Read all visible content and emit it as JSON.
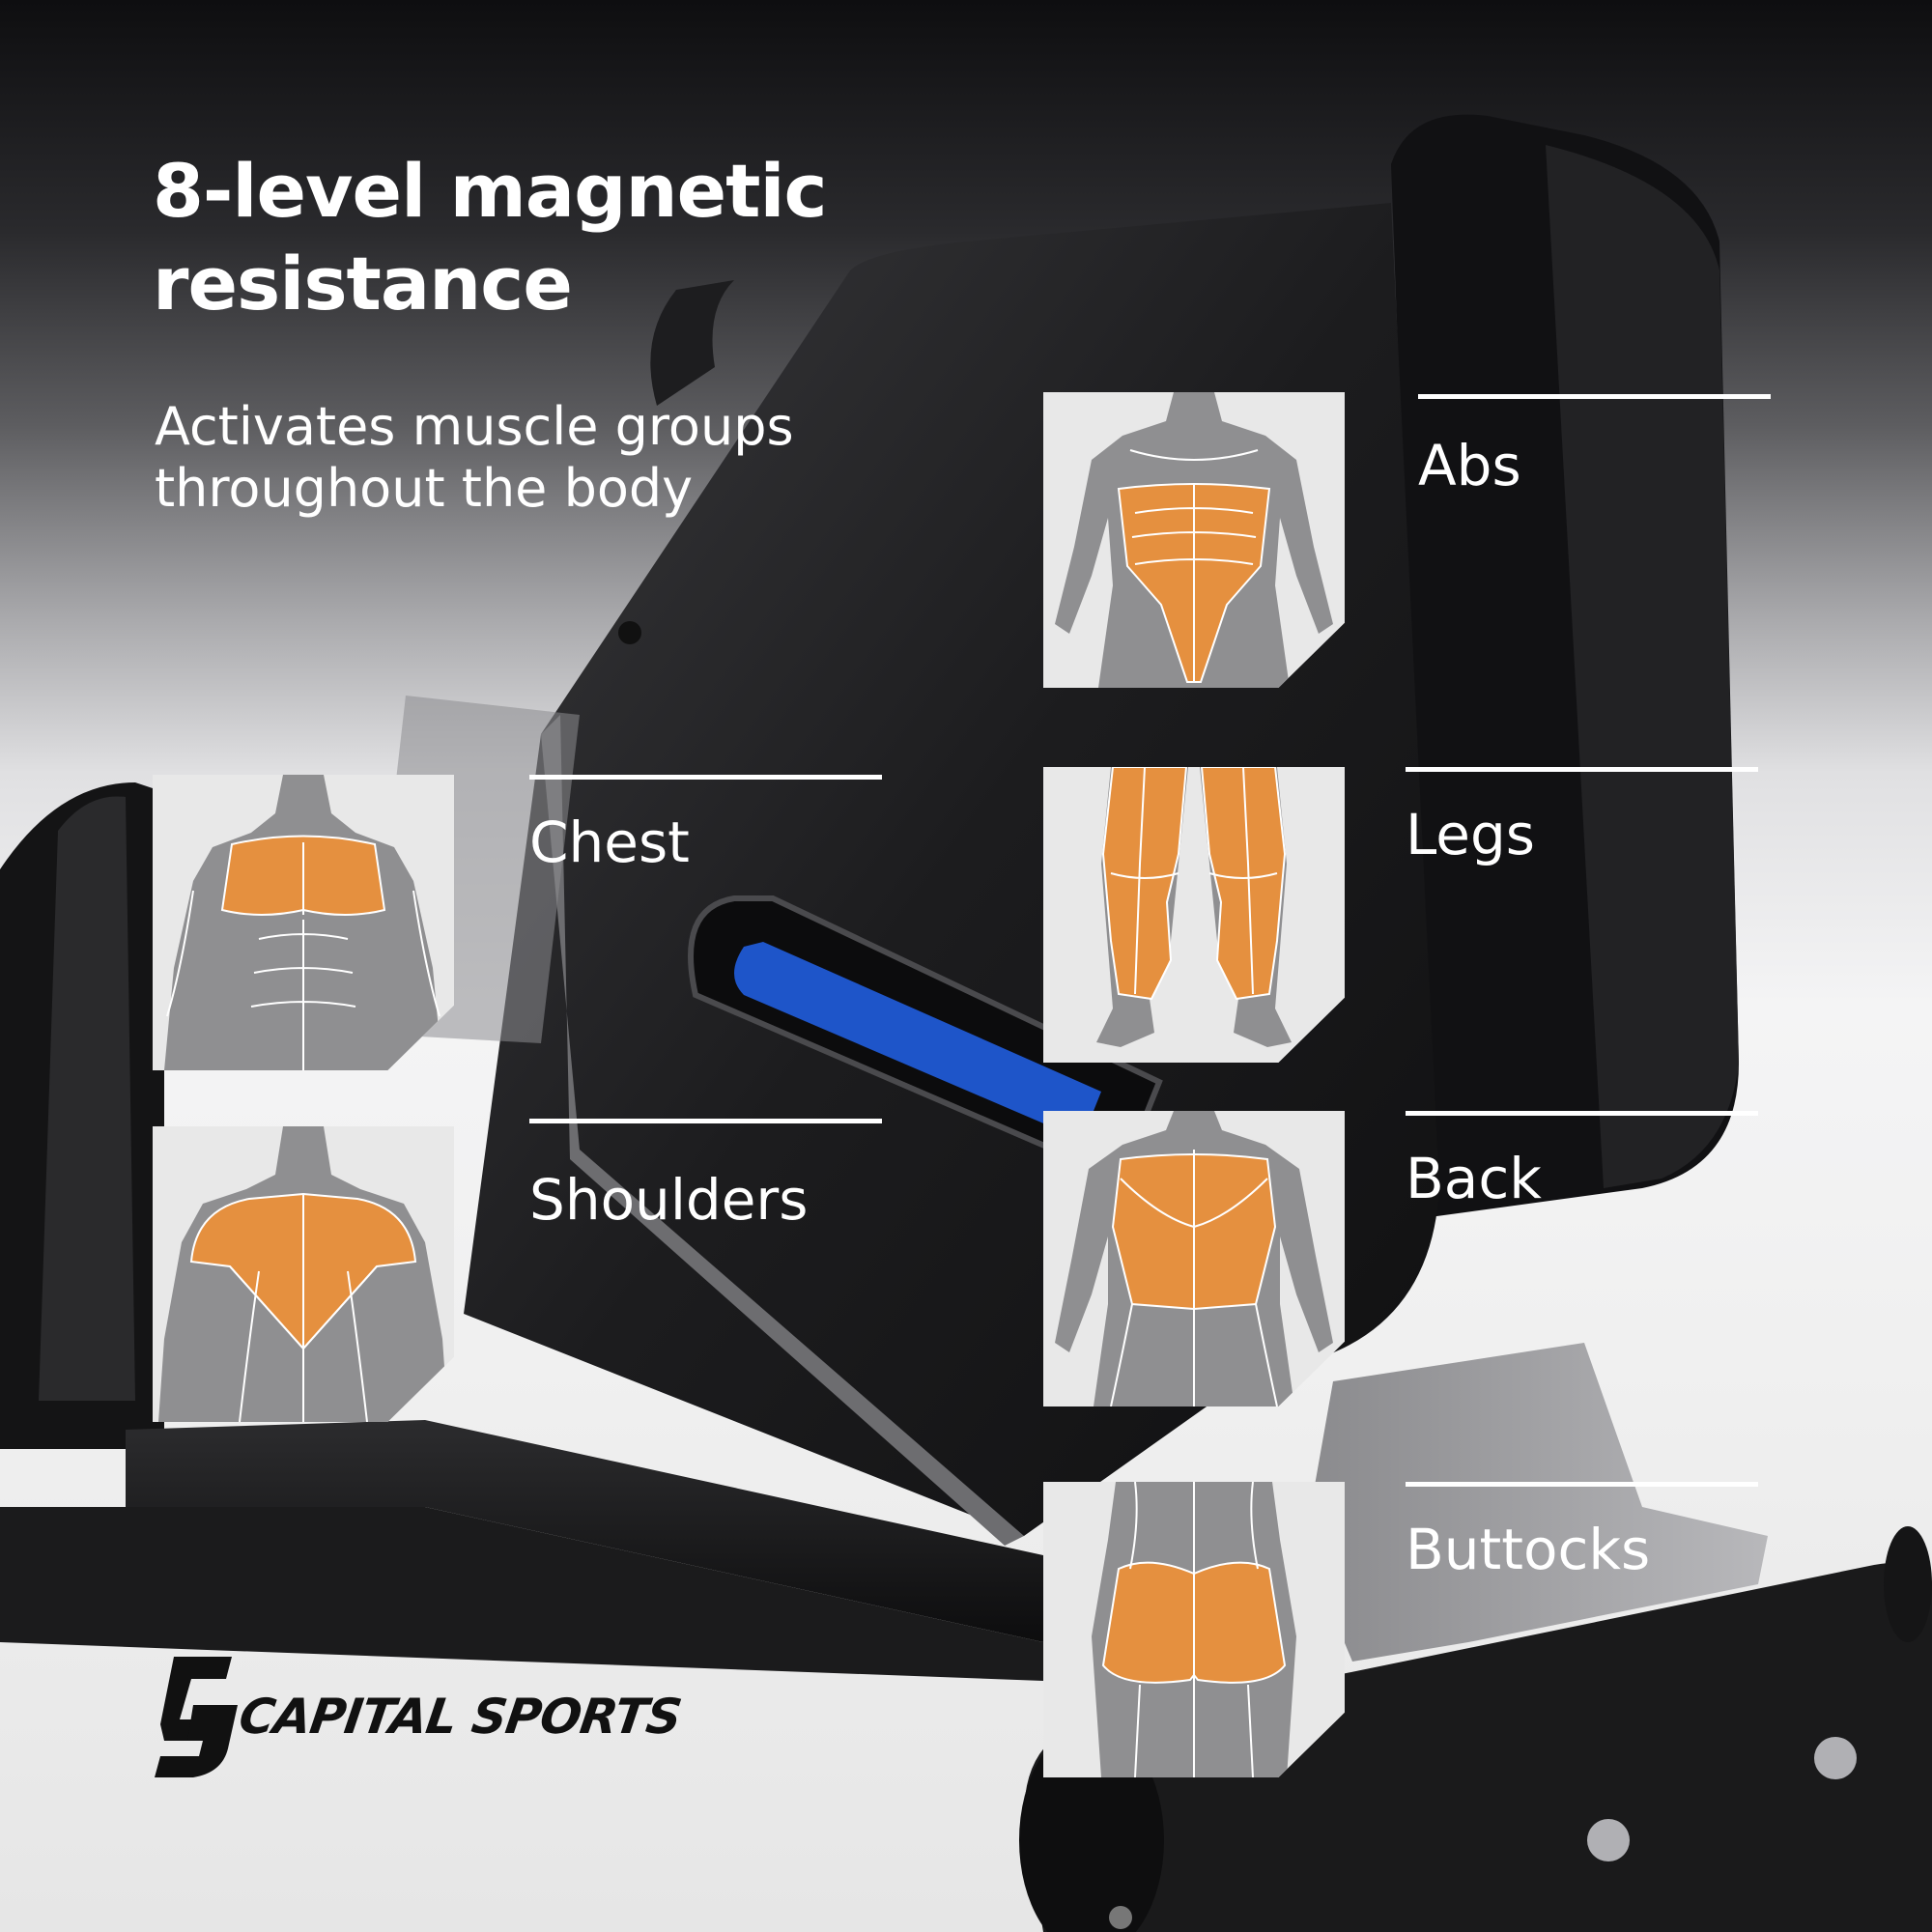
{
  "headline": "8-level magnetic resistance",
  "subheadline": "Activates muscle groups throughout the body",
  "accent_color": "#e5903f",
  "muscle_groups": [
    {
      "label": "Chest",
      "figure": "front-torso",
      "icon": "chest-figure-icon"
    },
    {
      "label": "Shoulders",
      "figure": "back-torso",
      "icon": "shoulders-figure-icon"
    },
    {
      "label": "Abs",
      "figure": "front-body",
      "icon": "abs-figure-icon"
    },
    {
      "label": "Legs",
      "figure": "legs",
      "icon": "legs-figure-icon"
    },
    {
      "label": "Back",
      "figure": "back-body",
      "icon": "back-figure-icon"
    },
    {
      "label": "Buttocks",
      "figure": "hips",
      "icon": "buttocks-figure-icon"
    }
  ],
  "brand": {
    "monogram": "CS",
    "name": "CAPITAL SPORTS"
  }
}
